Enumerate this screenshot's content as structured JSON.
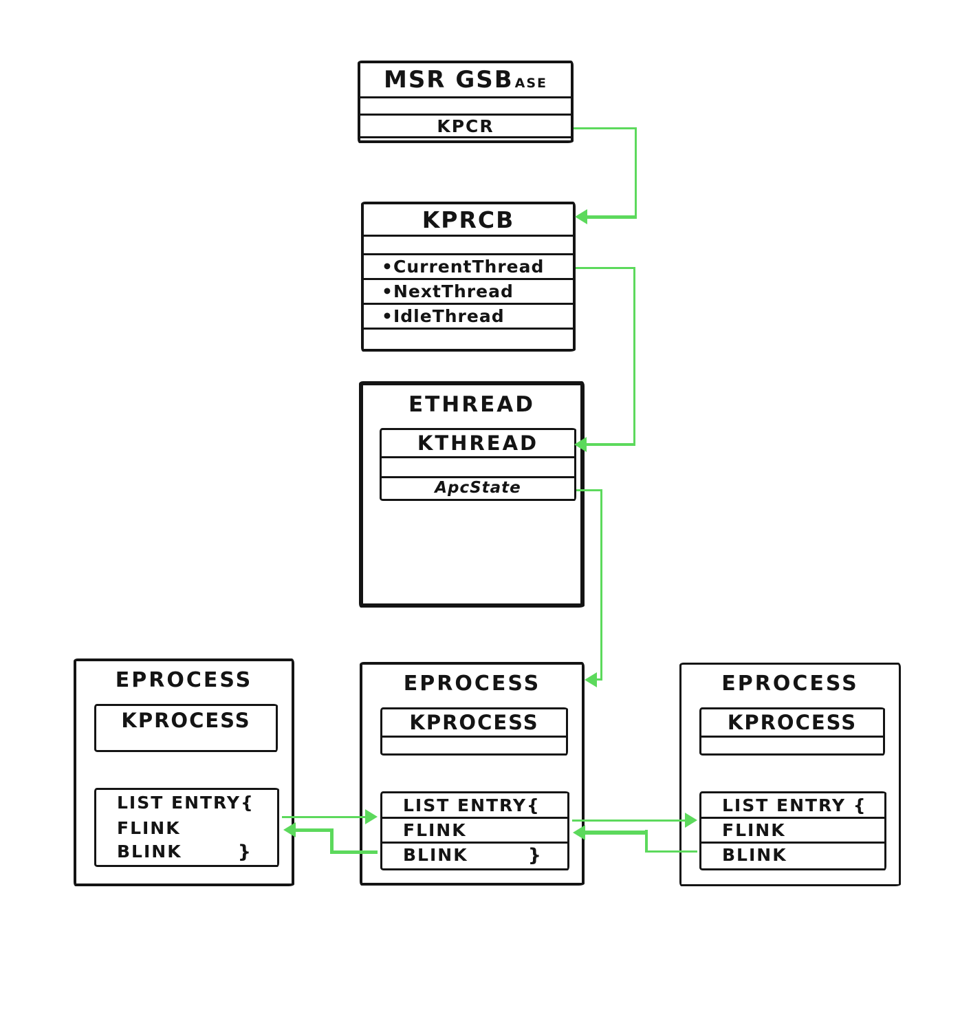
{
  "colors": {
    "arrow_green": "#5cd95c",
    "ink": "#141414",
    "background": "#ffffff"
  },
  "msr_box": {
    "title_main": "MSR GSB",
    "title_sub": "ASE",
    "kpcr_label": "KPCR"
  },
  "kprcb_box": {
    "title": "KPRCB",
    "current_thread": "•CurrentThread",
    "next_thread": "•NextThread",
    "idle_thread": "•IdleThread"
  },
  "ethread_box": {
    "title": "ETHREAD",
    "kthread_title": "KTHREAD",
    "apc_state": "ApcState"
  },
  "eprocess_left": {
    "title": "EPROCESS",
    "kprocess_title": "KPROCESS",
    "list_entry_header": "LIST ENTRY{",
    "flink": "FLINK",
    "blink": "BLINK",
    "closing_brace": "}"
  },
  "eprocess_middle": {
    "title": "EPROCESS",
    "kprocess_title": "KPROCESS",
    "list_entry_header": "LIST ENTRY{",
    "flink": "FLINK",
    "blink": "BLINK",
    "closing_brace": "}"
  },
  "eprocess_right": {
    "title": "EPROCESS",
    "kprocess_title": "KPROCESS",
    "list_entry_header": "LIST ENTRY {",
    "flink": "FLINK",
    "blink": "BLINK",
    "closing_brace": ""
  }
}
